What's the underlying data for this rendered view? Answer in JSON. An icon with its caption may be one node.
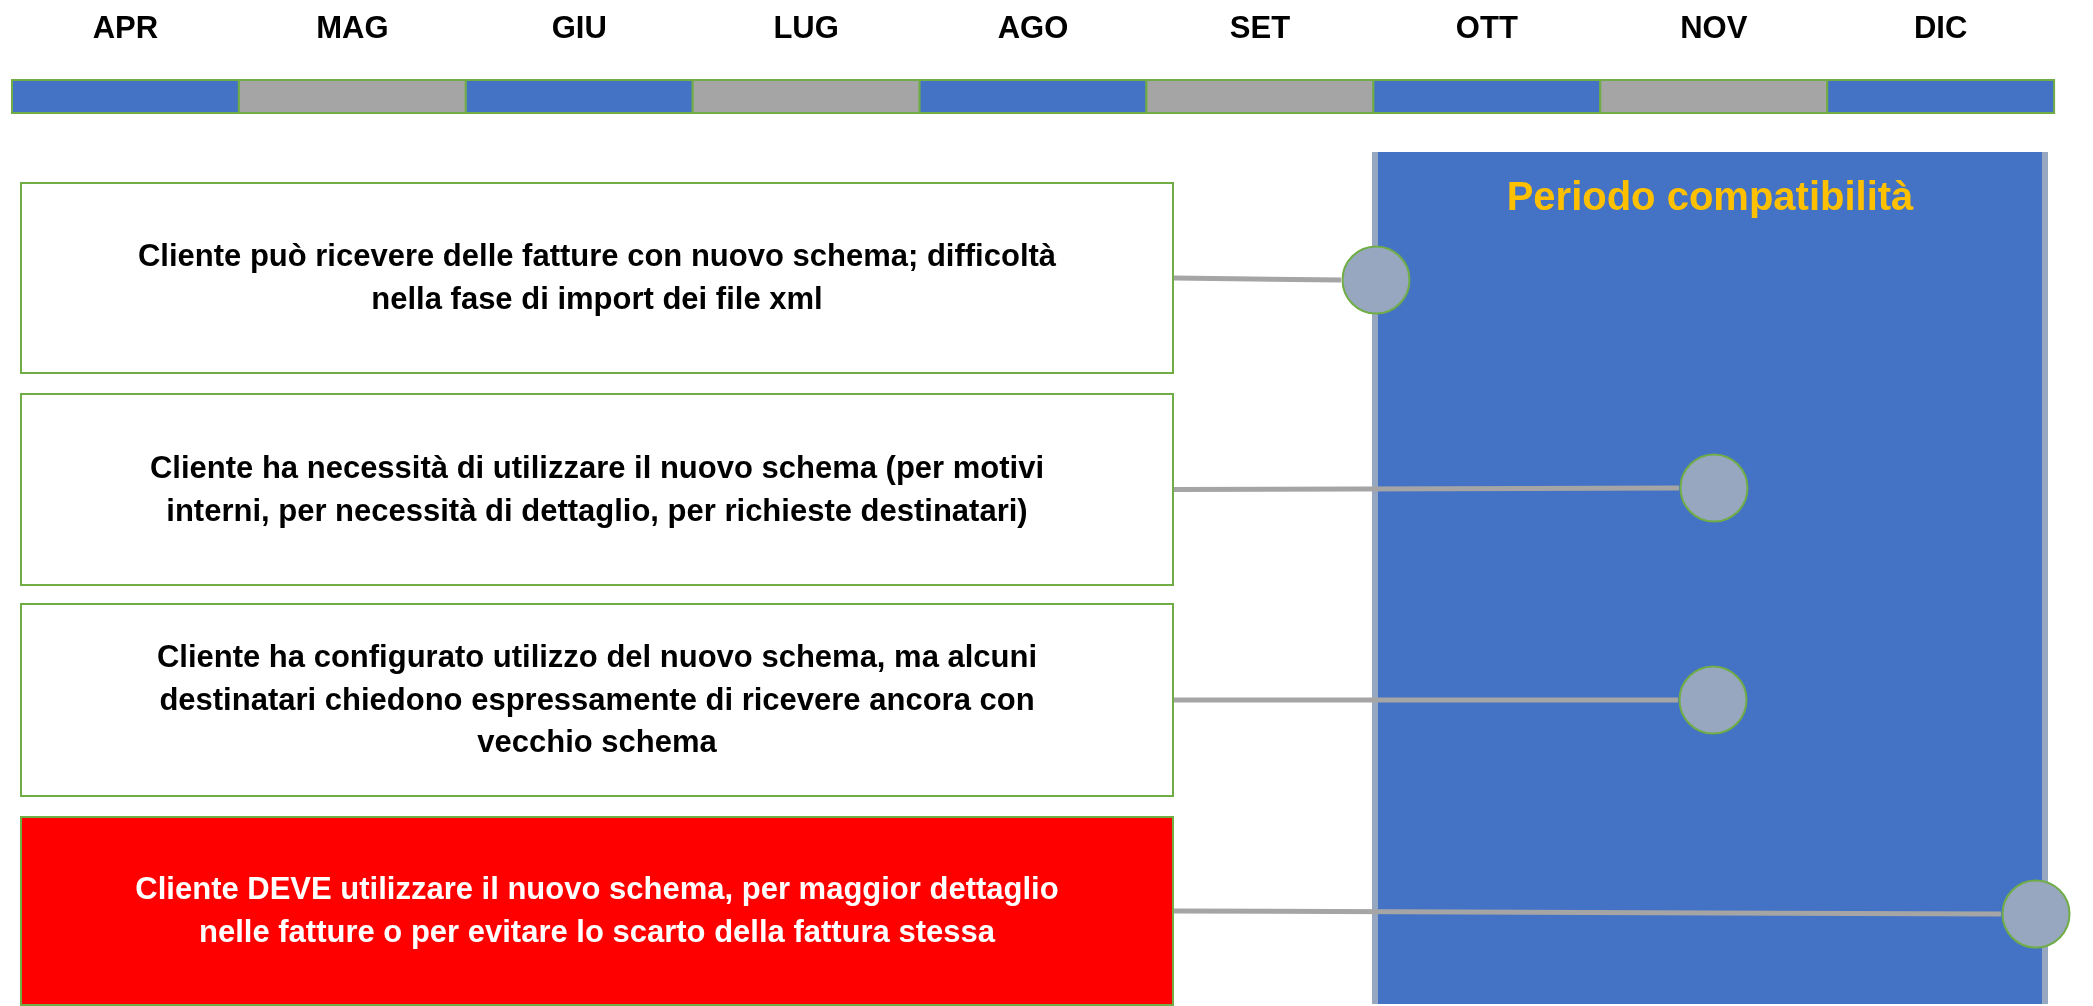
{
  "diagram": {
    "nodes": [
      {
        "text": [
          "Periodo compatibilità"
        ]
      },
      {
        "text": [
          "Cliente può ricevere delle fatture con nuovo schema; difficoltà nella fase di import dei file xml"
        ]
      },
      {
        "text": [
          "Cliente ha necessità di utilizzare il nuovo schema (per motivi interni, per necessità di dettaglio, per richieste destinatari)"
        ]
      },
      {
        "text": [
          "Cliente ha configurato utilizzo del nuovo schema, ma alcuni destinatari chiedono espressamente di ricevere ancora con vecchio schema"
        ]
      },
      {
        "text": [
          "Cliente DEVE utilizzare il nuovo schema, per maggior dettaglio nelle fatture o per evitare lo scarto della fattura stessa"
        ]
      },
      {
        "text": [],
        "shape": "circle"
      },
      {
        "text": [],
        "shape": "circle",
        "in": 0
      },
      {
        "text": [],
        "shape": "circle",
        "in": 0
      },
      {
        "text": [],
        "shape": "circle"
      }
    ],
    "edges": [
      {
        "from": 1,
        "to": 5,
        "arrow": "none"
      },
      {
        "from": 2,
        "to": 6,
        "arrow": "none"
      },
      {
        "from": 3,
        "to": 7,
        "arrow": "none"
      },
      {
        "from": 4,
        "to": 8,
        "arrow": "none"
      }
    ],
    "labels": [
      "APR",
      "MAG",
      "GIU",
      "LUG",
      "AGO",
      "SET",
      "OTT",
      "NOV",
      "DIC"
    ]
  }
}
